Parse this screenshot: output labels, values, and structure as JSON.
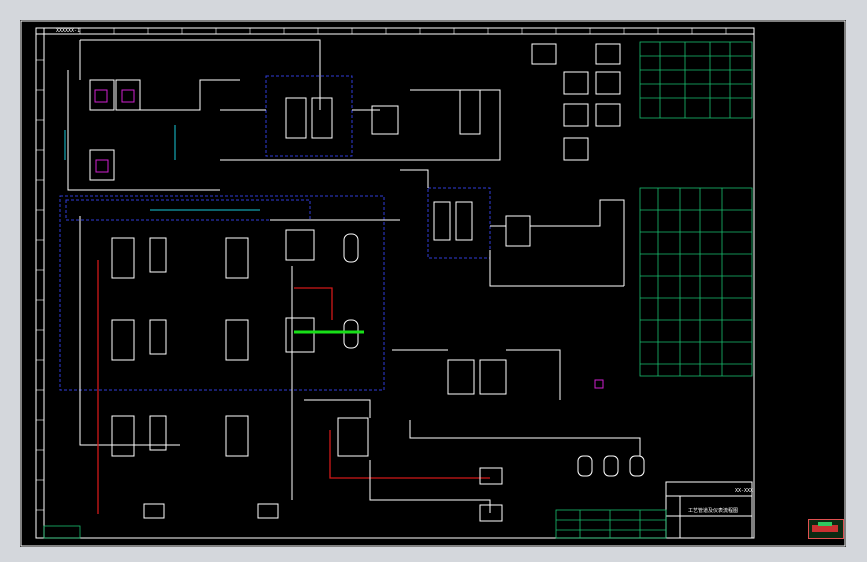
{
  "drawing": {
    "drawing_no": "XXXXXX-1",
    "sheet_title": "XX-XXX",
    "project_title": "工艺管道及仪表流程图",
    "colors": {
      "background": "#000000",
      "frame": "#ffffff",
      "pipe": "#ffffff",
      "process_line_red": "#d01818",
      "highlight_line_green": "#18e018",
      "zone_boundary_blue": "#2f3dd8",
      "tag_magenta": "#d020d0",
      "annotation_cyan": "#18c8d8",
      "table_grid": "#18c070",
      "app_chrome": "#d4d7dc"
    }
  },
  "icons": [
    "vessel-icon",
    "tank-icon",
    "pump-icon",
    "heat-exchanger-icon",
    "valve-icon",
    "instrument-bubble-icon",
    "logo-icon"
  ]
}
